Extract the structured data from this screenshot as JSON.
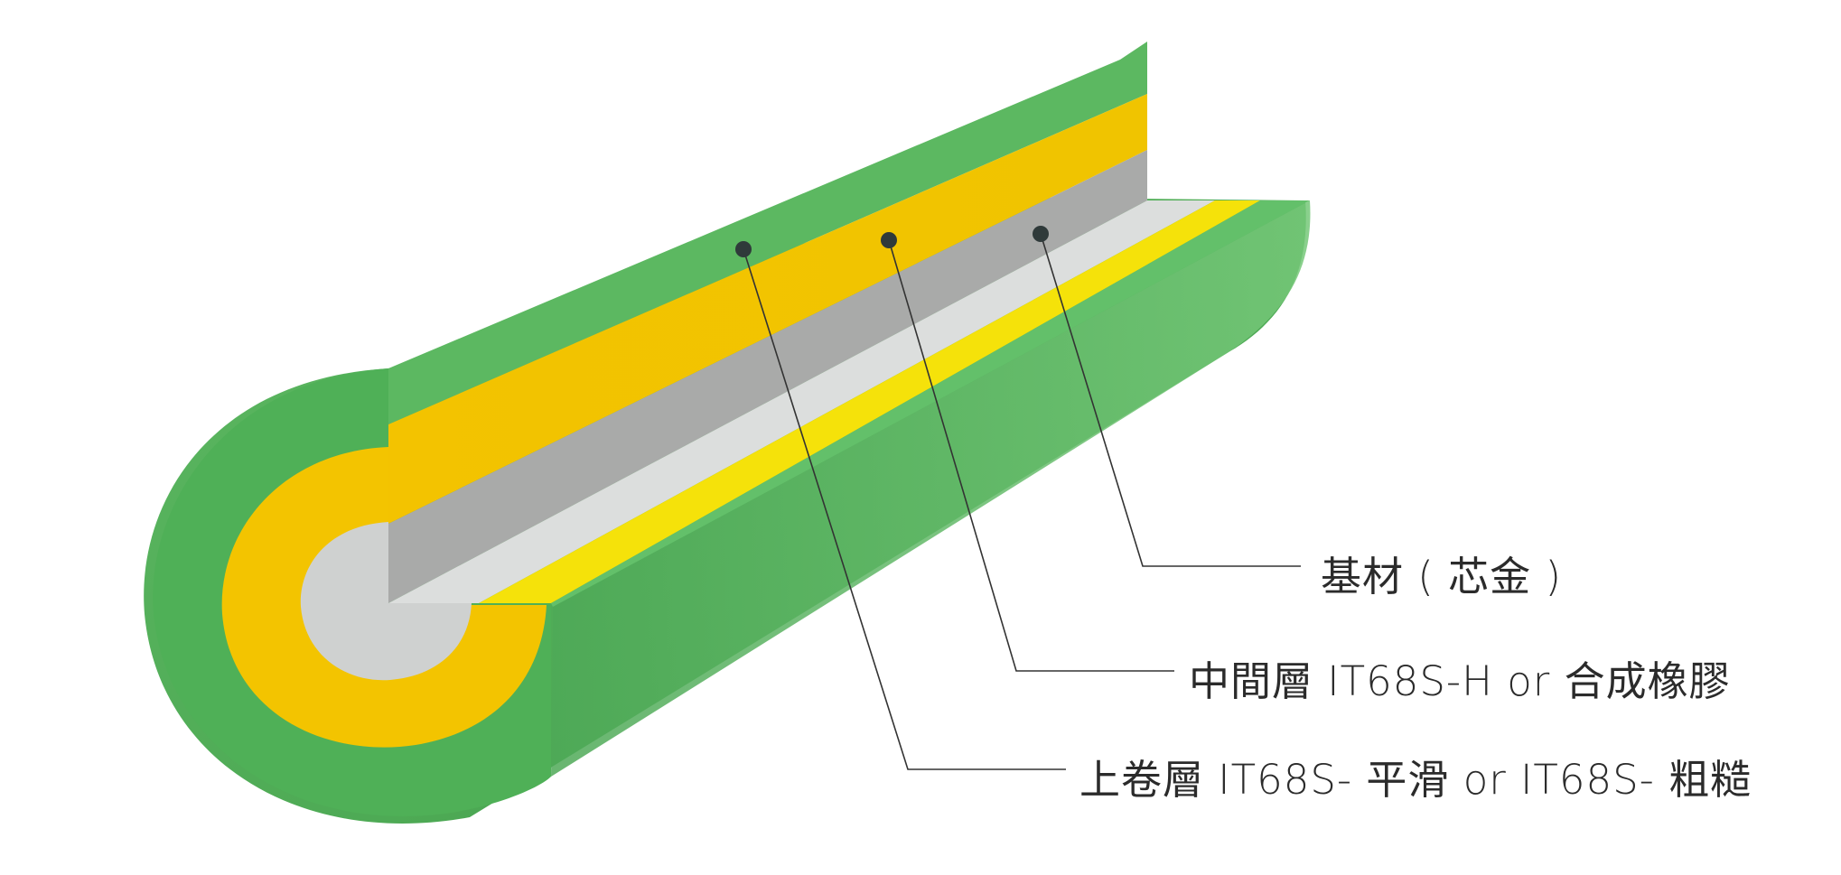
{
  "labels": {
    "core": "基材 ( 芯金 )",
    "middle": "中間層 IT68S-H or 合成橡膠",
    "top": "上卷層 IT68S- 平滑 or IT68S- 粗糙"
  },
  "colors": {
    "outer_layer": "#55b05a",
    "middle_layer": "#f2c200",
    "core": "#a9aaa9",
    "core_light": "#d7d9d8",
    "leader_line": "#333333",
    "marker": "#2f3a3a"
  }
}
